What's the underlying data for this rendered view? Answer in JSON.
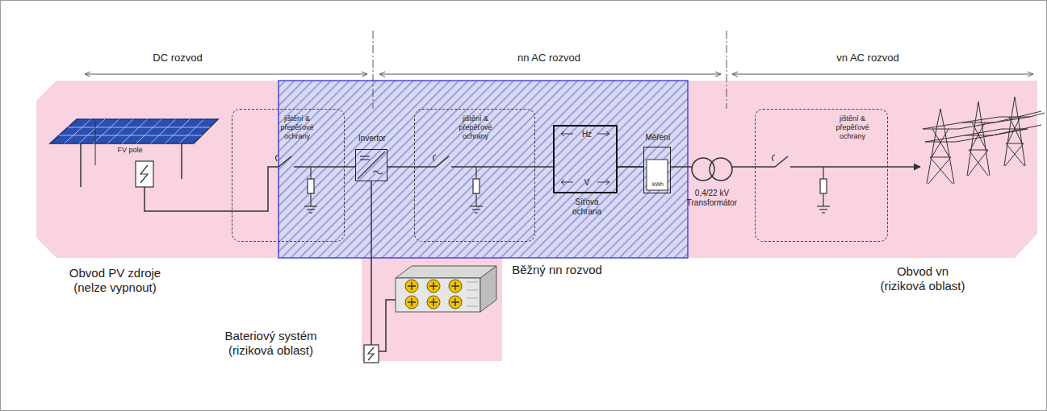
{
  "diagram": {
    "nodes": [
      {
        "text": [
          "Obvod PV zdroje (nelze vypnout)"
        ]
      },
      {
        "text": [
          "Běžný nn rozvod"
        ]
      },
      {
        "text": [
          "Bateriový systém (riziková oblast)"
        ]
      },
      {
        "text": [
          "Obvod vn (riziková oblast)"
        ]
      },
      {
        "text": [
          "jištění & přepěťové ochrany"
        ]
      },
      {
        "text": [
          "Invertor"
        ],
        "in": 1
      },
      {
        "text": [
          "jištění & přepěťové ochrany"
        ],
        "in": 1
      },
      {
        "text": [
          "Hz",
          "V",
          "Síťová ochrana"
        ],
        "in": 1
      },
      {
        "text": [
          "Měření",
          "kWh"
        ],
        "in": 1
      },
      {
        "text": [
          "0,4/22 kV Transformátor"
        ],
        "in": 3
      },
      {
        "text": [
          "jištění & přepěťové ochrany"
        ],
        "in": 3
      }
    ],
    "edges": [
      {
        "from": 4,
        "to": 5,
        "arrow": "none"
      },
      {
        "from": 5,
        "to": 6,
        "arrow": "none"
      },
      {
        "from": 6,
        "to": 7,
        "arrow": "none"
      },
      {
        "from": 7,
        "to": 8,
        "arrow": "none"
      },
      {
        "from": 8,
        "to": 9,
        "arrow": "none"
      },
      {
        "from": 9,
        "to": 10,
        "arrow": "none"
      },
      {
        "from": 2,
        "to": 5,
        "arrow": "none"
      }
    ],
    "labels": [
      "DC rozvod",
      "nn AC rozvod",
      "vn AC rozvod",
      "FV pole"
    ]
  }
}
